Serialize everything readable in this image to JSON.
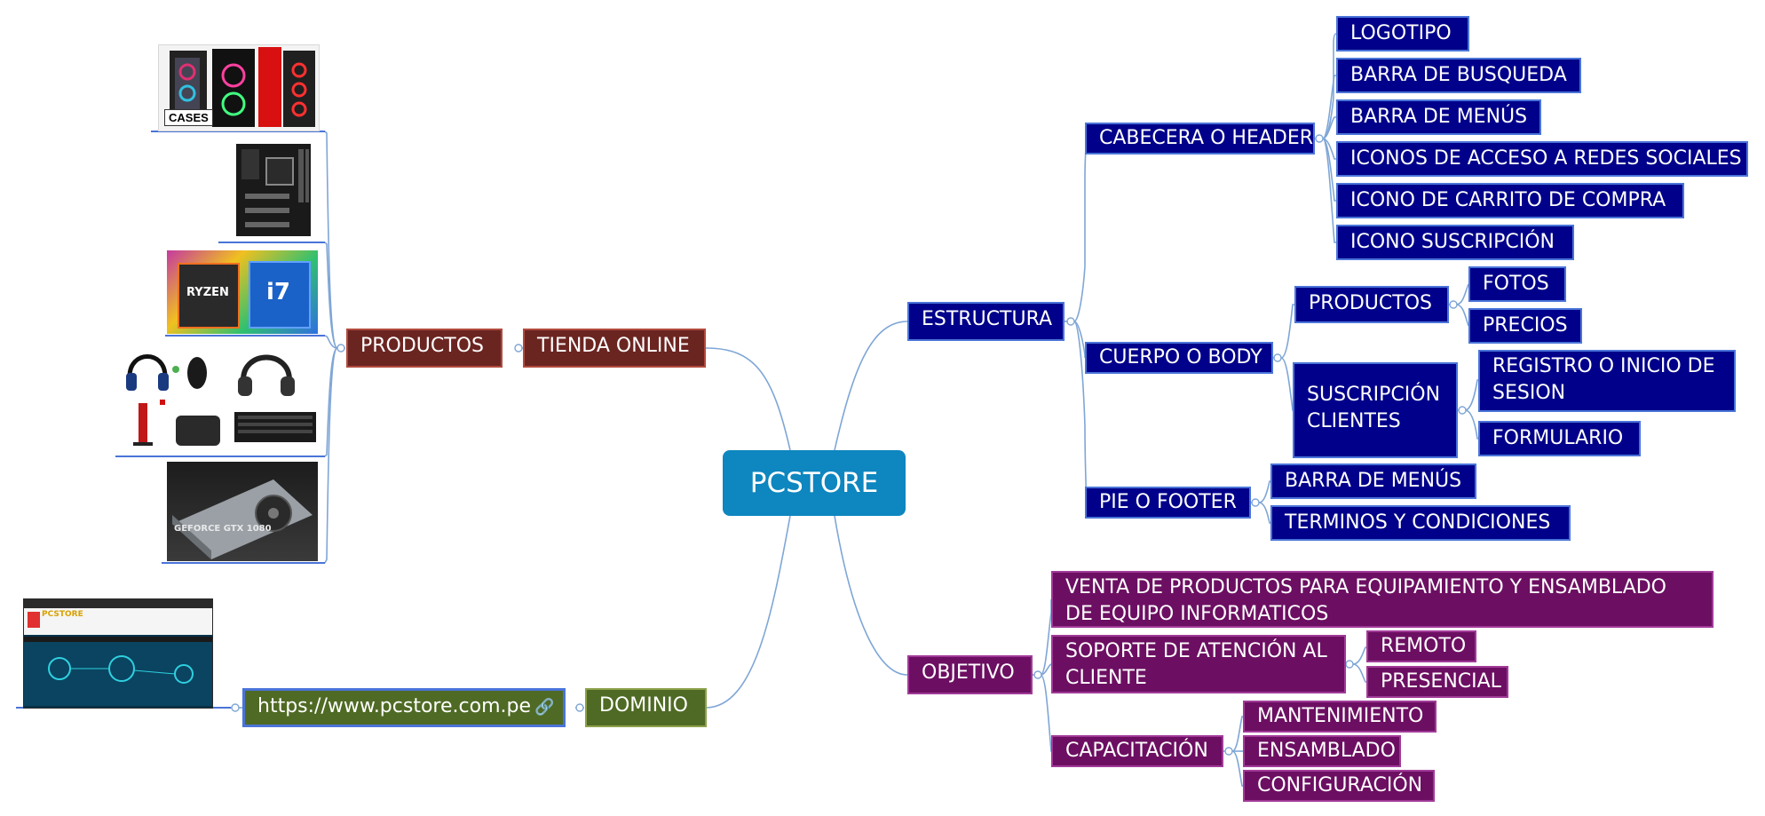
{
  "central": {
    "title": "PCSTORE"
  },
  "left": {
    "tienda": "TIENDA ONLINE",
    "productos": "PRODUCTOS",
    "dominio": "DOMINIO",
    "url": "https://www.pcstore.com.pe",
    "images": [
      {
        "name": "cases-image",
        "caption": "CASES"
      },
      {
        "name": "motherboard-image"
      },
      {
        "name": "processors-image",
        "labels": [
          "RYZEN",
          "i7"
        ]
      },
      {
        "name": "peripherals-image"
      },
      {
        "name": "graphics-card-image",
        "labels": [
          "GEFORCE GTX 1080"
        ]
      },
      {
        "name": "website-screenshot-image",
        "labels": [
          "PCSTORE"
        ]
      }
    ]
  },
  "estructura": {
    "title": "ESTRUCTURA",
    "cabecera": {
      "title": "CABECERA O HEADER",
      "items": [
        "LOGOTIPO",
        "BARRA DE BUSQUEDA",
        "BARRA DE MENÚS",
        "ICONOS DE ACCESO A REDES SOCIALES",
        "ICONO DE CARRITO DE COMPRA",
        "ICONO SUSCRIPCIÓN"
      ]
    },
    "cuerpo": {
      "title": "CUERPO O BODY",
      "productos": {
        "title": "PRODUCTOS",
        "items": [
          "FOTOS",
          "PRECIOS"
        ]
      },
      "suscripcion": {
        "title": "SUSCRIPCIÓN CLIENTES",
        "items": [
          "REGISTRO O INICIO DE SESION",
          "FORMULARIO"
        ]
      }
    },
    "pie": {
      "title": "PIE O FOOTER",
      "items": [
        "BARRA DE MENÚS",
        "TERMINOS Y CONDICIONES"
      ]
    }
  },
  "objetivo": {
    "title": "OBJETIVO",
    "venta": "VENTA DE PRODUCTOS PARA EQUIPAMIENTO Y ENSAMBLADO DE EQUIPO INFORMATICOS",
    "soporte": {
      "title": "SOPORTE DE ATENCIÓN AL CLIENTE",
      "items": [
        "REMOTO",
        "PRESENCIAL"
      ]
    },
    "capacitacion": {
      "title": "CAPACITACIÓN",
      "items": [
        "MANTENIMIENTO",
        "ENSAMBLADO",
        "CONFIGURACIÓN"
      ]
    }
  },
  "colors": {
    "central": "#0e86bf",
    "estructura": "#00008a",
    "tienda": "#6b2521",
    "dominio": "#4f6a24",
    "objetivo": "#6c0f62",
    "connector": "#7fa6d6"
  },
  "icons": {
    "url_link": "link-icon"
  }
}
